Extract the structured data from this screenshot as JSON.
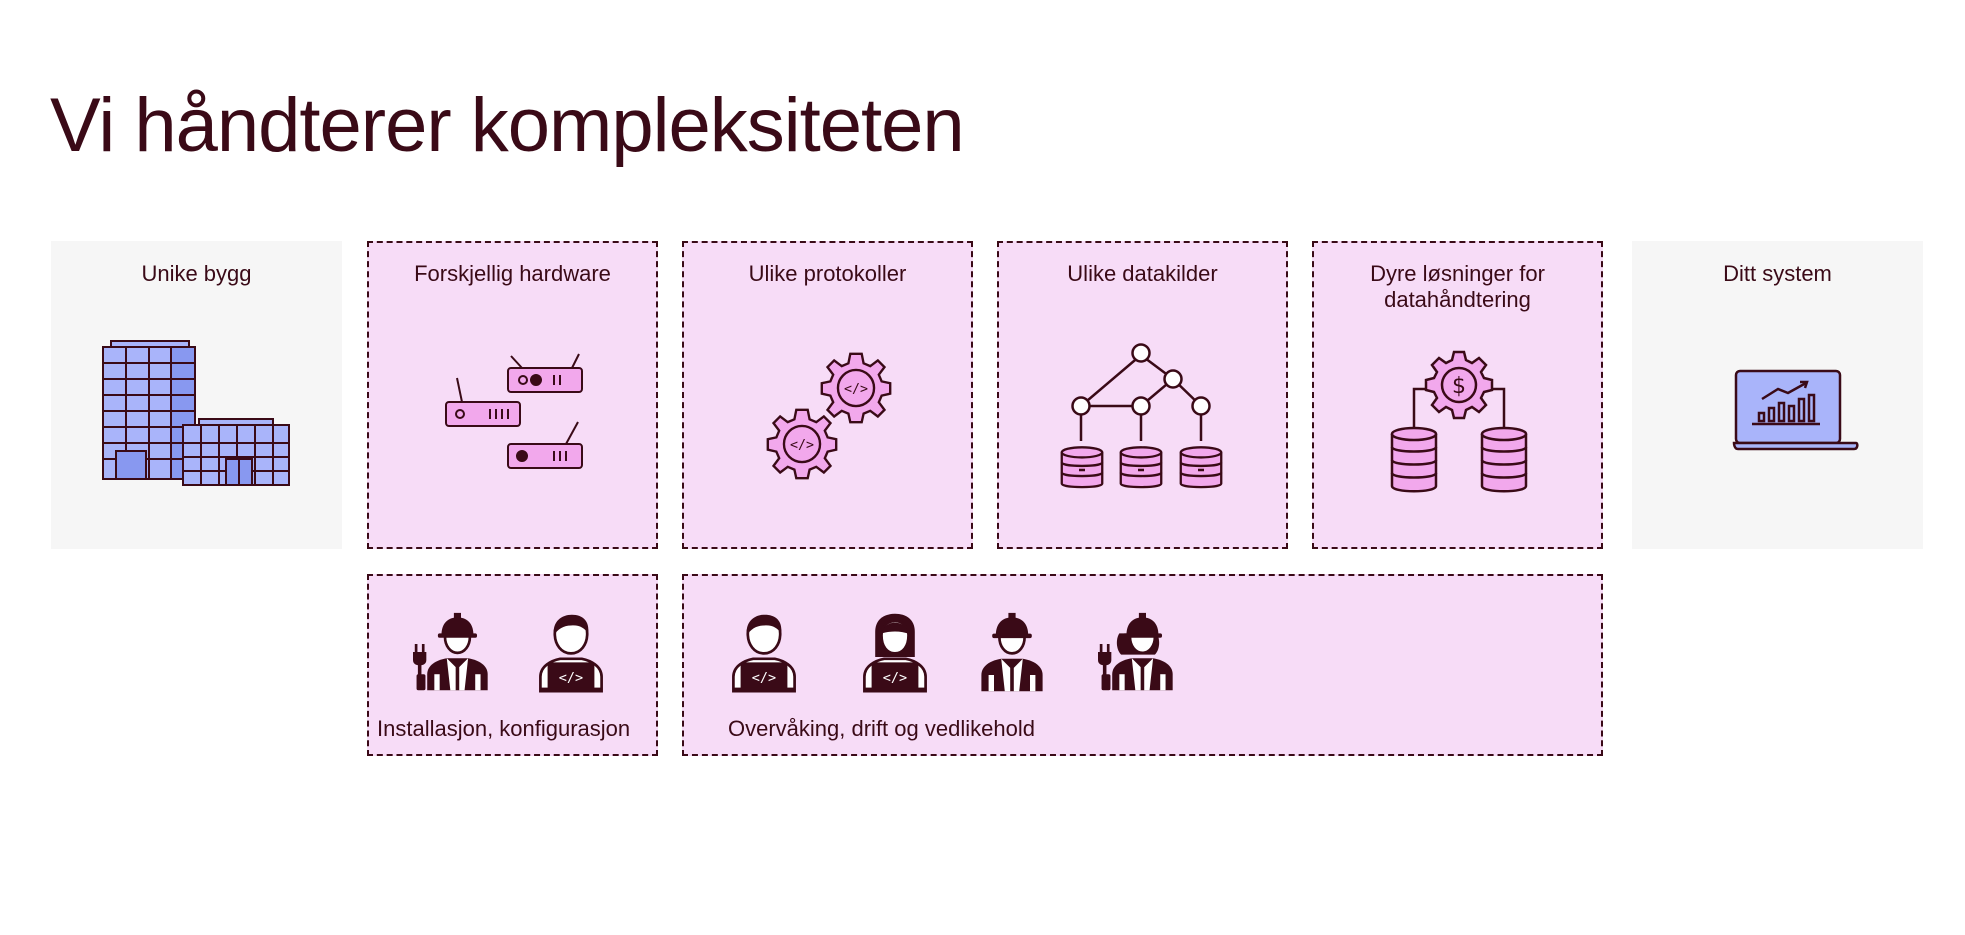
{
  "title": "Vi håndterer kompleksiteten",
  "cards": [
    {
      "label": "Unike bygg",
      "icon": "buildings-icon"
    },
    {
      "label": "Forskjellig hardware",
      "icon": "routers-icon"
    },
    {
      "label": "Ulike protokoller",
      "icon": "gears-code-icon"
    },
    {
      "label": "Ulike datakilder",
      "icon": "data-network-icon"
    },
    {
      "label": "Dyre løsninger for\ndatahåndtering",
      "icon": "dollar-gear-databases-icon"
    },
    {
      "label": "Ditt system",
      "icon": "laptop-chart-icon"
    }
  ],
  "services": [
    {
      "label": "Installasjon, konfigurasjon",
      "people": [
        "electrician-icon",
        "developer-icon"
      ]
    },
    {
      "label": "Overvåking, drift og vedlikehold",
      "people": [
        "developer-icon",
        "developer-female-icon",
        "technician-icon",
        "electrician-female-icon"
      ]
    }
  ],
  "colors": {
    "text": "#3a0a17",
    "card_plain": "#f6f6f6",
    "card_dashed": "#f7dcf7",
    "accent_pink": "#f2a8ec",
    "accent_blue": "#a9b4fa"
  }
}
